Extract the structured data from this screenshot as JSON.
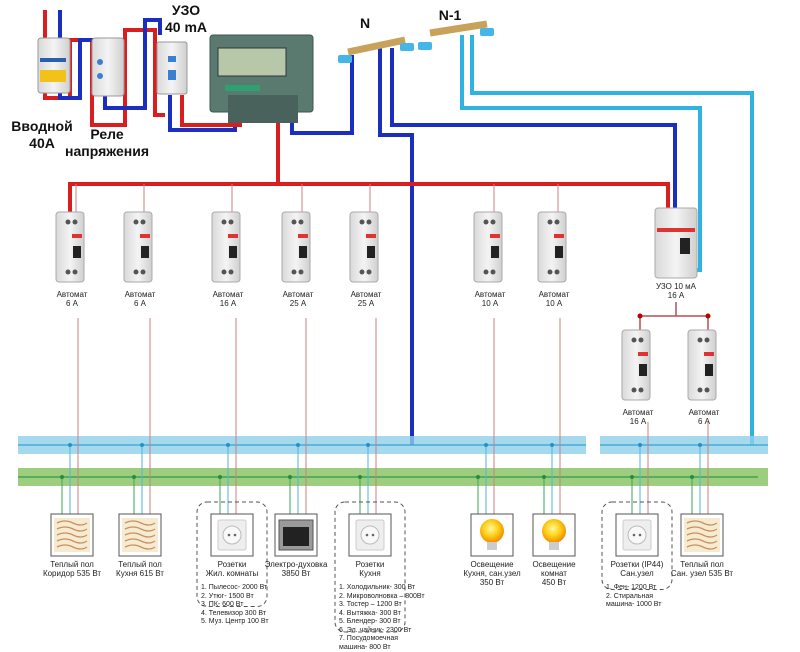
{
  "title_labels": {
    "input_breaker": [
      "Вводной",
      "40А"
    ],
    "voltage_relay": [
      "Реле",
      "напряжения"
    ],
    "rcd_main": [
      "УЗО",
      "40 mA"
    ],
    "neutral_bus": "N",
    "neutral_bus_2": "N-1"
  },
  "colors": {
    "phase": "#d81e1e",
    "neutral": "#1a2fc0",
    "neutral_2": "#2fb3e0",
    "ground_bus": "#8cc66a",
    "neutral_bus_band": "#8fd0ea",
    "branch_phase": "#c98080",
    "branch_neutral": "#4fb6dd",
    "branch_ground": "#3aa75a"
  },
  "breakers": [
    {
      "label": "Автомат",
      "rating": "6 А"
    },
    {
      "label": "Автомат",
      "rating": "6 А"
    },
    {
      "label": "Автомат",
      "rating": "16 А"
    },
    {
      "label": "Автомат",
      "rating": "25 А"
    },
    {
      "label": "Автомат",
      "rating": "25 А"
    },
    {
      "label": "Автомат",
      "rating": "10 А"
    },
    {
      "label": "Автомат",
      "rating": "10 А"
    }
  ],
  "rcd_group": {
    "rcd": {
      "label": "УЗО 10 мА",
      "rating": "16 А"
    },
    "breakers": [
      {
        "label": "Автомат",
        "rating": "16 А"
      },
      {
        "label": "Автомат",
        "rating": "6 А"
      }
    ]
  },
  "loads": [
    {
      "icon": "heated-floor-icon",
      "lines": [
        "Теплый пол",
        "Коридор 535 Вт"
      ],
      "items": []
    },
    {
      "icon": "heated-floor-icon",
      "lines": [
        "Теплый пол",
        "Кухня 615 Вт"
      ],
      "items": []
    },
    {
      "icon": "socket-icon",
      "lines": [
        "Розетки",
        "Жил. комнаты"
      ],
      "items": [
        "1. Пылесос- 2000 Вт",
        "2. Утюг- 1500 Вт",
        "3. ПК- 600 Вт",
        "4. Телевизор 300 Вт",
        "5. Муз. Центр 100 Вт"
      ]
    },
    {
      "icon": "oven-icon",
      "lines": [
        "Электро-духовка",
        "3850 Вт"
      ],
      "items": []
    },
    {
      "icon": "socket-icon",
      "lines": [
        "Розетки",
        "Кухня"
      ],
      "items": [
        "1. Холодильник- 300 Вт",
        "2. Микроволновка – 800Вт",
        "3. Тостер – 1200 Вт",
        "4. Вытяжка- 300 Вт",
        "5. Блендер- 300 Вт",
        "6. Эл. чайник- 2300 Вт",
        "7. Посудомоечная",
        "машина- 800 Вт"
      ]
    },
    {
      "icon": "light-bulb-icon",
      "lines": [
        "Освещение",
        "Кухня, сан.узел",
        "350 Вт"
      ],
      "items": []
    },
    {
      "icon": "light-bulb-icon",
      "lines": [
        "Освещение",
        "комнат",
        "450 Вт"
      ],
      "items": []
    },
    {
      "icon": "socket-icon",
      "lines": [
        "Розетки (IP44)",
        "Сан.узел"
      ],
      "items": [
        "1. Фен- 1200 Вт",
        "2. Стиральная",
        "машина- 1000 Вт"
      ]
    },
    {
      "icon": "heated-floor-icon",
      "lines": [
        "Теплый пол",
        "Сан. узел 535 Вт"
      ],
      "items": []
    }
  ]
}
